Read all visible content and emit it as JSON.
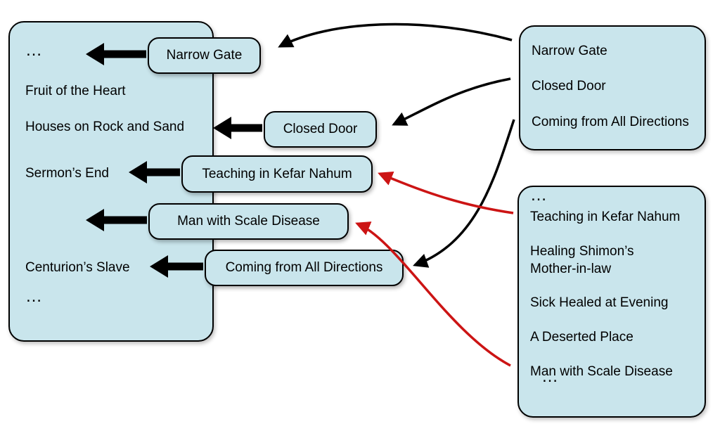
{
  "diagram": {
    "left_panel": {
      "items": [
        "…",
        "Fruit of the Heart",
        "Houses on Rock and Sand",
        "Sermon’s End",
        "Centurion’s Slave",
        "…"
      ]
    },
    "float_boxes": [
      "Narrow Gate",
      "Closed Door",
      "Teaching in Kefar Nahum",
      "Man with Scale Disease",
      "Coming from All Directions"
    ],
    "right_top_panel": {
      "items": [
        "Narrow Gate",
        "Closed Door",
        "Coming from All Directions"
      ]
    },
    "right_bottom_panel": {
      "items": [
        "…",
        "Teaching in Kefar Nahum",
        "Healing Shimon’s Mother-in-law",
        "Sick Healed at Evening",
        "A Deserted Place",
        "Man with Scale Disease",
        "…"
      ]
    },
    "colors": {
      "panel_fill": "#c9e5ec",
      "outline": "#000000",
      "arrow_black": "#000000",
      "arrow_red": "#cc1414"
    }
  }
}
